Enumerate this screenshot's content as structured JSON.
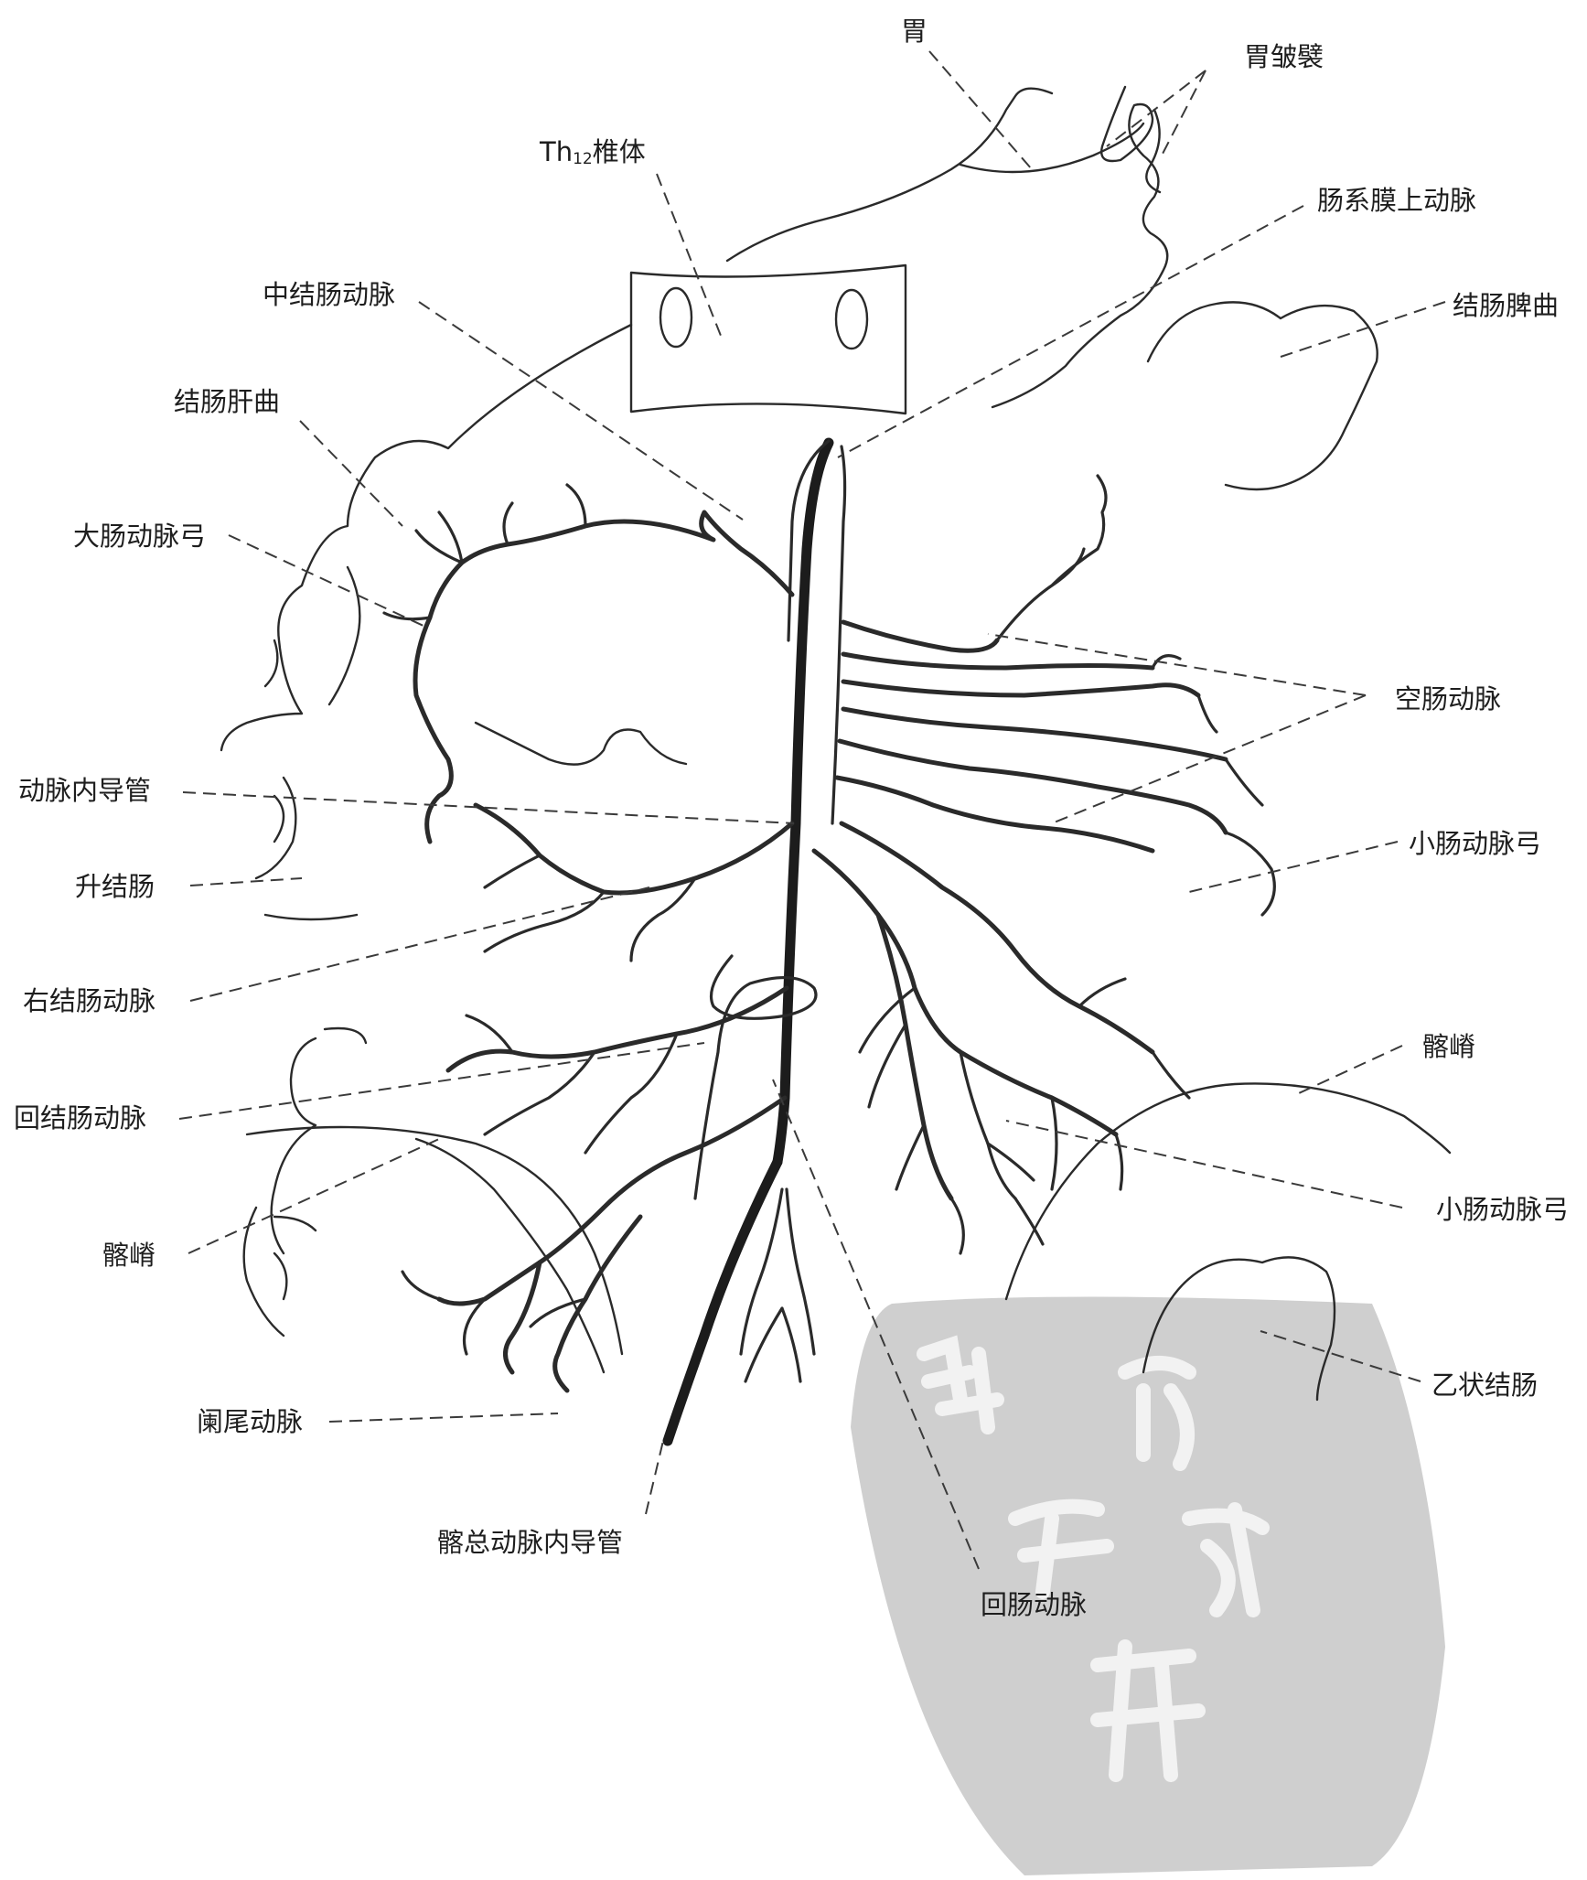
{
  "labels": {
    "stomach": "胃",
    "gastric_folds": "胃皱襞",
    "th12_prefix": "Th",
    "th12_sub": "12",
    "th12_suffix": "椎体",
    "sma": "肠系膜上动脉",
    "middle_colic": "中结肠动脉",
    "splenic_flexure": "结肠脾曲",
    "hepatic_flexure": "结肠肝曲",
    "marginal_arcade": "大肠动脉弓",
    "jejunal_arteries": "空肠动脉",
    "intra_arterial_catheter": "动脉内导管",
    "ascending_colon": "升结肠",
    "small_bowel_arcade_1": "小肠动脉弓",
    "right_colic": "右结肠动脉",
    "iliac_crest_right": "髂嵴",
    "ileocolic": "回结肠动脉",
    "small_bowel_arcade_2": "小肠动脉弓",
    "iliac_crest_left": "髂嵴",
    "sigmoid_colon": "乙状结肠",
    "appendicular": "阑尾动脉",
    "common_iliac_catheter": "髂总动脉内导管",
    "ileal_arteries": "回肠动脉"
  },
  "colors": {
    "ink": "#2a2a2a",
    "label": "#1e1e1e",
    "seal": "#c8c8c8",
    "background": "#ffffff"
  }
}
